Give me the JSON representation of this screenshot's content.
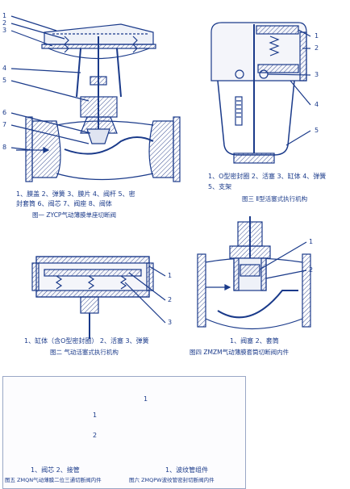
{
  "colors": {
    "ink": "#1a3a8a",
    "hatch": "#3a4f93",
    "panel_border": "#9aa7c6"
  },
  "fig1": {
    "callouts": [
      "1",
      "2",
      "3",
      "4",
      "5",
      "6",
      "7",
      "8"
    ],
    "legend": [
      "1、膜盖 2、弹簧 3、膜片 4、阀杆 5、密",
      "封套筒 6、阀芯 7、阀座 8、阀体"
    ],
    "caption": "图一 ZYCP气动薄膜单座切断阀"
  },
  "fig2": {
    "callouts": [
      "1",
      "2",
      "3"
    ],
    "legend": "1、缸体（含O型密封圈） 2、活塞 3、弹簧",
    "caption": "图二 气动活塞式执行机构"
  },
  "fig3": {
    "callouts": [
      "1",
      "2",
      "3",
      "4",
      "5"
    ],
    "legend": [
      "1、O型密封圈 2、活塞 3、缸体 4、弹簧",
      "5、支架"
    ],
    "caption": "图三 Ⅱ型活塞式执行机构"
  },
  "fig4": {
    "callouts": [
      "1",
      "2"
    ],
    "legend": "1、阀塞 2、套筒",
    "caption": "图四 ZMZM气动薄膜套筒切断阀内件"
  },
  "fig5": {
    "callouts": [
      "1",
      "2"
    ],
    "legend": "1、阀芯 2、接管",
    "caption": "图五 ZMQN气动薄膜二位三通切断阀内件"
  },
  "fig6": {
    "callouts": [
      "1"
    ],
    "legend": "1、波纹管组件",
    "caption": "图六 ZMQPW波纹管密封切断阀内件"
  }
}
